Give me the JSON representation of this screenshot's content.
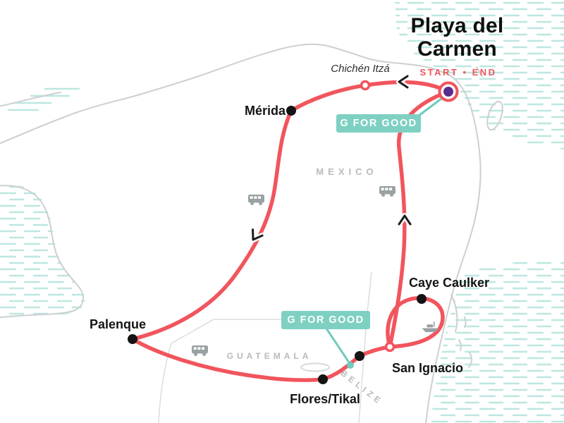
{
  "map": {
    "start_end_label": "START • END",
    "badge_label": "G FOR GOOD",
    "regions": [
      {
        "label": "MEXICO"
      },
      {
        "label": "GUATEMALA"
      },
      {
        "label": "BELIZE"
      }
    ],
    "locations": [
      {
        "name": "Playa del Carmen",
        "marker": "start-end"
      },
      {
        "name": "Chichén Itzá",
        "marker": "open-stop"
      },
      {
        "name": "Mérida",
        "marker": "stop"
      },
      {
        "name": "Palenque",
        "marker": "stop"
      },
      {
        "name": "Flores/Tikal",
        "marker": "stop"
      },
      {
        "name": "San Ignacio",
        "marker": "stop"
      },
      {
        "name": "Caye Caulker",
        "marker": "stop"
      }
    ],
    "icons": [
      "bus-icon",
      "bus-icon",
      "bus-icon",
      "boat-icon"
    ],
    "colors": {
      "route": "#f1555d",
      "teal": "#6fcbbc",
      "badge_background": "#7ed0c2",
      "start_marker_inner": "#5b2b8c",
      "coastline": "#ccd0d2",
      "water_stripes": "#bce7e0",
      "region_label": "#b7babb",
      "city_label": "#141414"
    }
  }
}
